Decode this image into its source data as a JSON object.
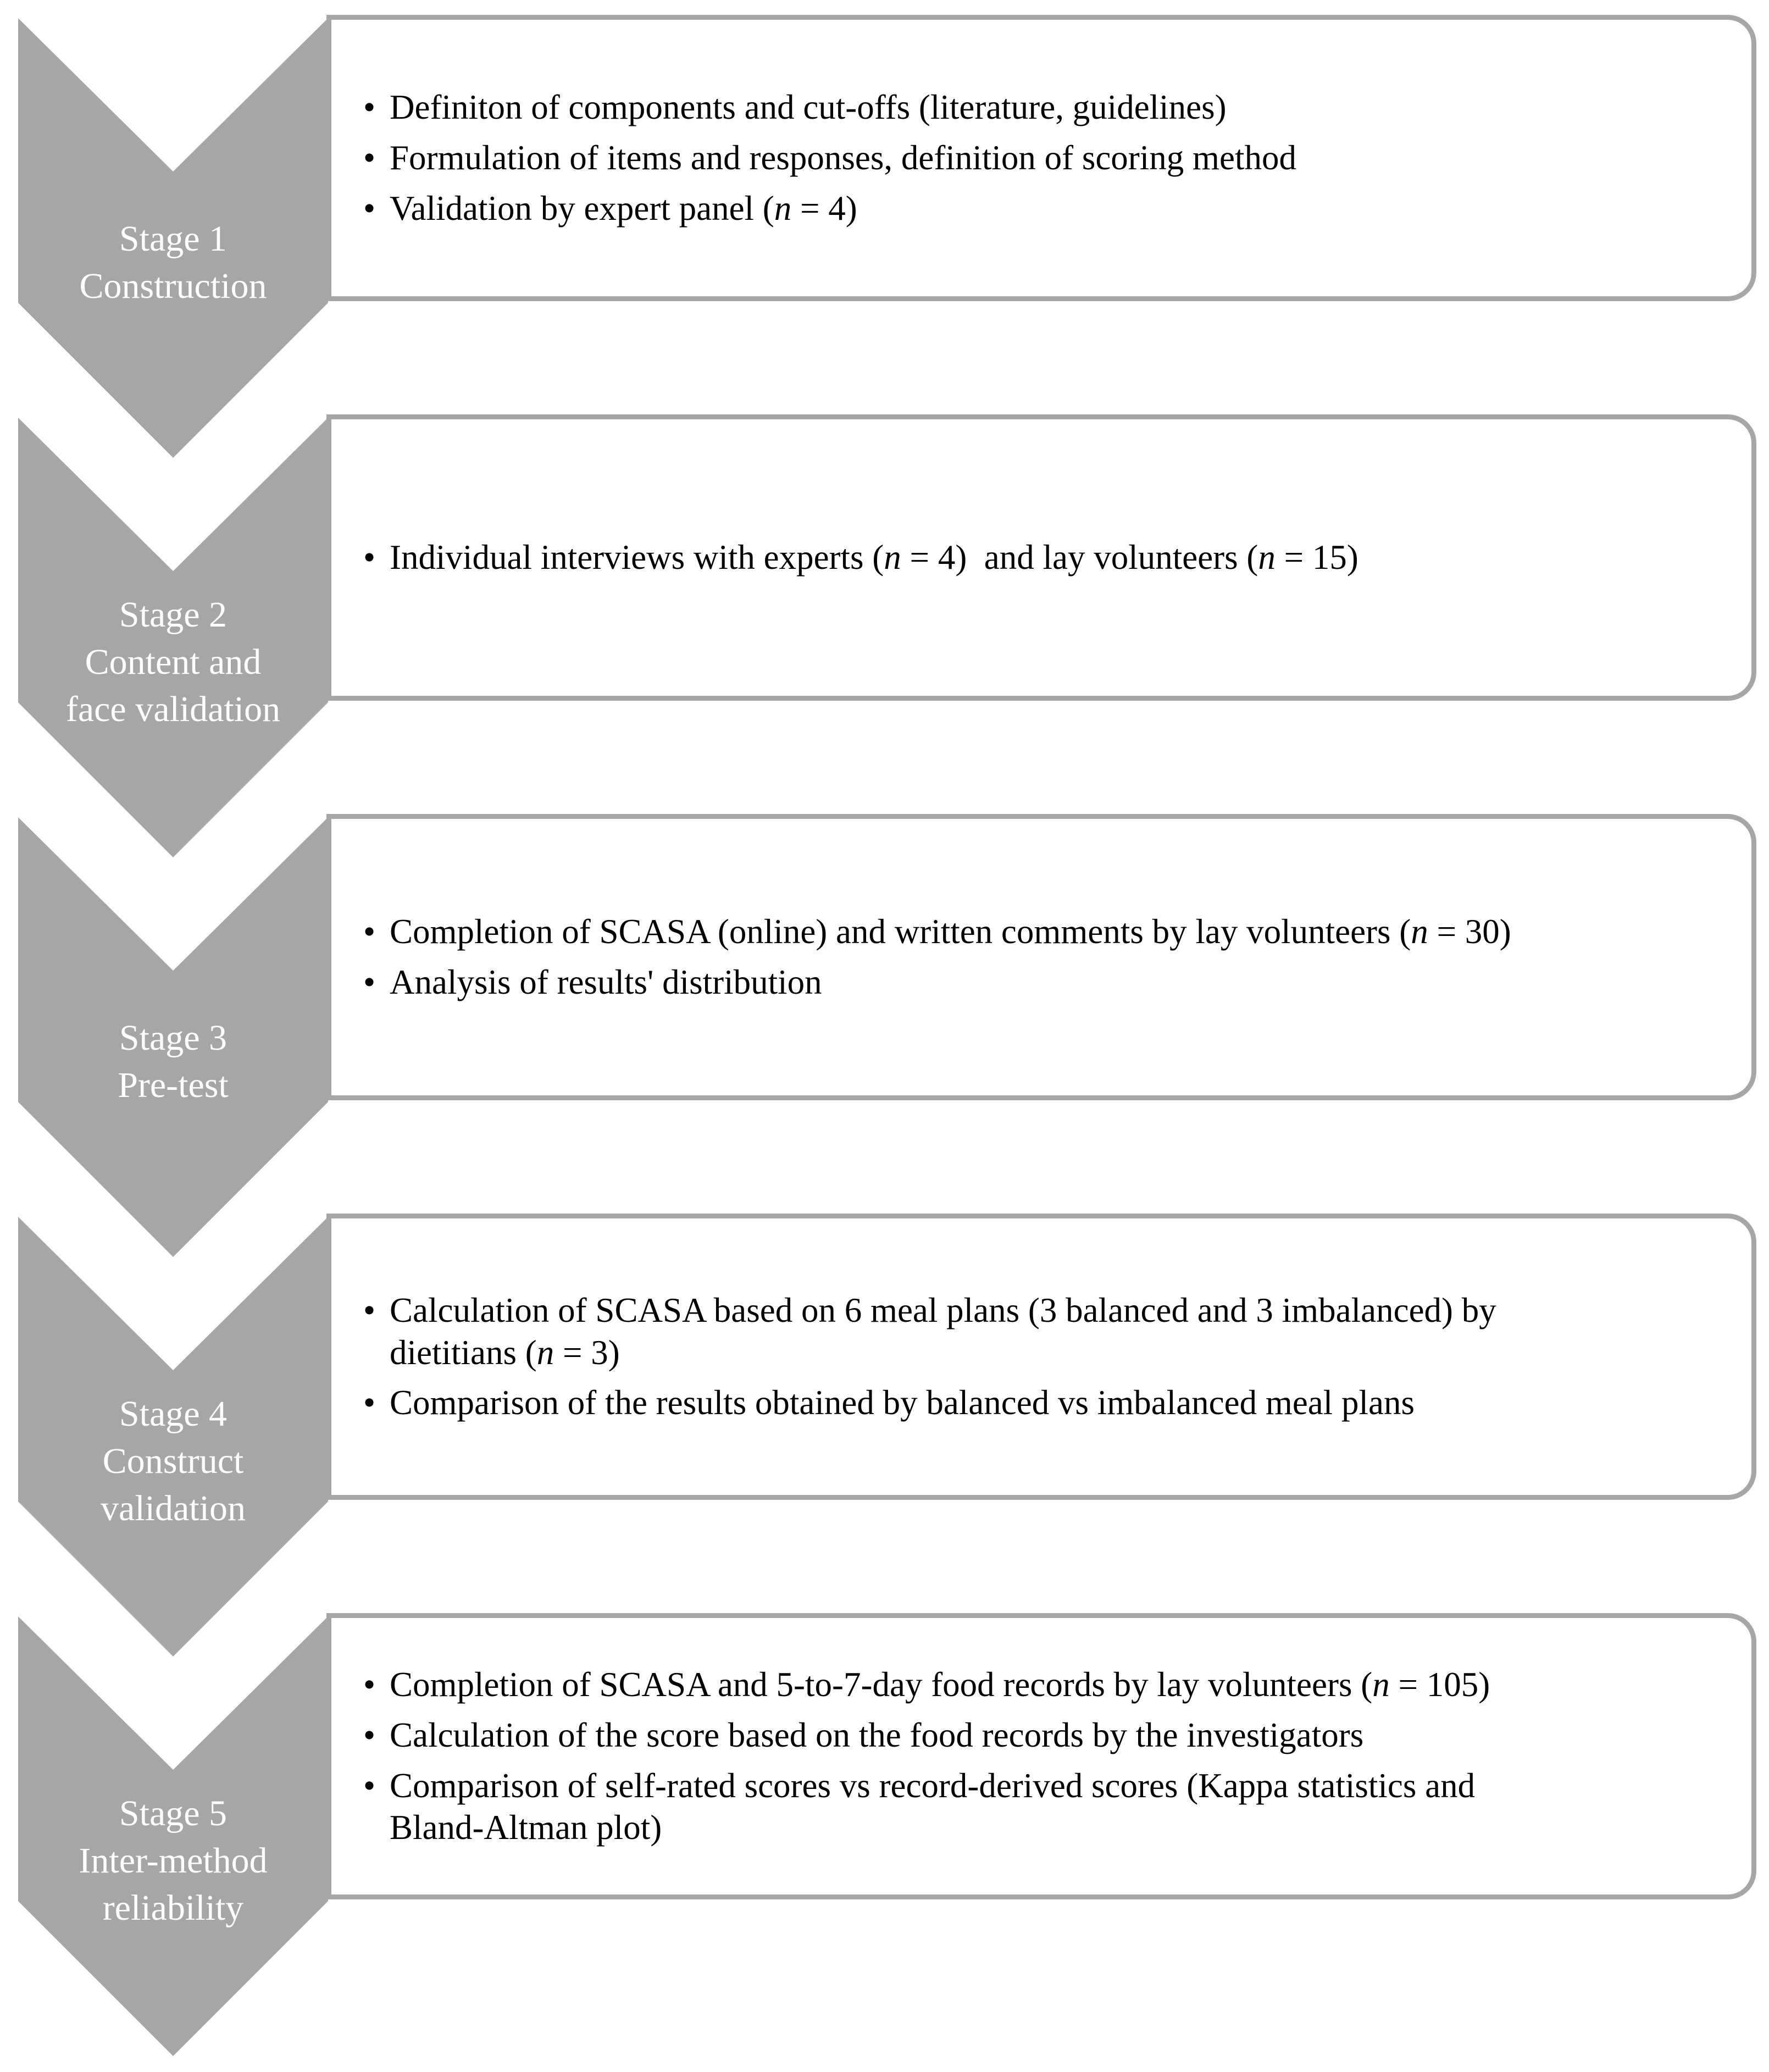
{
  "figure": {
    "type": "vertical-chevron-process-list",
    "colors": {
      "shape_gray": "#a6a6a6",
      "label_text": "#ffffff",
      "bullet_text": "#000000",
      "box_bg": "#ffffff"
    },
    "stages": [
      {
        "id": "stage-1",
        "label": "Stage 1\nConstruction",
        "bullets": [
          "Definiton of components and cut-offs (literature, guidelines)",
          "Formulation of items and responses, definition of scoring method",
          "Validation by expert panel (n = 4)"
        ]
      },
      {
        "id": "stage-2",
        "label": "Stage 2\nContent and\nface validation",
        "bullets": [
          "Individual interviews with experts (n = 4)  and lay volunteers (n = 15)"
        ]
      },
      {
        "id": "stage-3",
        "label": "Stage 3\nPre-test",
        "bullets": [
          "Completion of SCASA (online) and written comments by lay volunteers (n = 30)",
          "Analysis of results' distribution"
        ]
      },
      {
        "id": "stage-4",
        "label": "Stage 4\nConstruct\nvalidation",
        "bullets": [
          "Calculation of SCASA based on 6 meal plans (3 balanced and 3 imbalanced) by\ndietitians (n = 3)",
          "Comparison of the results obtained by balanced vs imbalanced meal plans"
        ]
      },
      {
        "id": "stage-5",
        "label": "Stage 5\nInter-method\nreliability",
        "bullets": [
          "Completion of SCASA and 5-to-7-day food records by lay volunteers (n = 105)",
          "Calculation of the score based on the food records by the investigators",
          "Comparison of self-rated scores vs record-derived scores (Kappa statistics and\nBland-Altman plot)"
        ]
      }
    ]
  }
}
